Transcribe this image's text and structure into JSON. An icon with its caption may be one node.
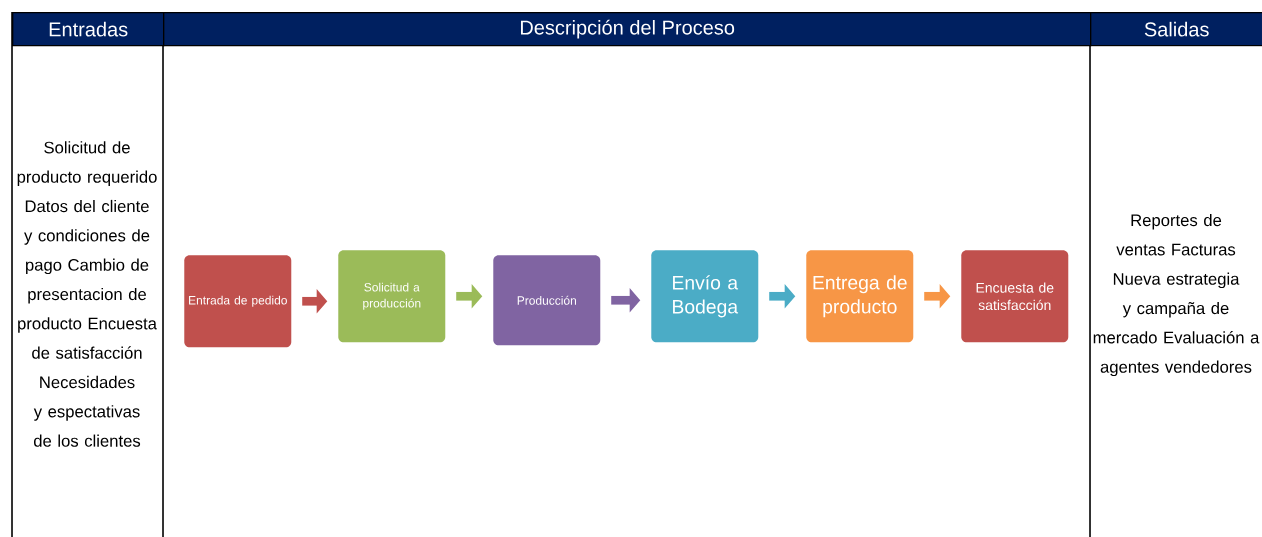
{
  "diagram": {
    "nodes": [
      {
        "text": [
          "Entrada de pedido"
        ]
      },
      {
        "text": [
          "Solicitud a producción"
        ]
      },
      {
        "text": [
          "Producción"
        ]
      },
      {
        "text": [
          "Envío a Bodega"
        ]
      },
      {
        "text": [
          "Entrega de producto"
        ]
      },
      {
        "text": [
          "Encuesta de satisfacción"
        ]
      }
    ],
    "edges": [
      {
        "from": 0,
        "to": 1,
        "arrow": "to",
        "color": "#c0504d"
      },
      {
        "from": 1,
        "to": 2,
        "arrow": "to",
        "color": "#9bbb59"
      },
      {
        "from": 2,
        "to": 3,
        "arrow": "to",
        "color": "#8064a2"
      },
      {
        "from": 3,
        "to": 4,
        "arrow": "to",
        "color": "#4bacc6"
      },
      {
        "from": 4,
        "to": 5,
        "arrow": "to",
        "color": "#f79646"
      }
    ],
    "labels": [
      "Entradas",
      "Descripción del Proceso",
      "Salidas",
      "Solicitud de producto requerido Datos del cliente y condiciones de pago Cambio de presentacion de producto Encuesta de satisfacción Necesidades y espectativas de los clientes",
      "Reportes de ventas Facturas Nueva estrategia y campaña de mercado Evaluación a agentes vendedores"
    ]
  }
}
